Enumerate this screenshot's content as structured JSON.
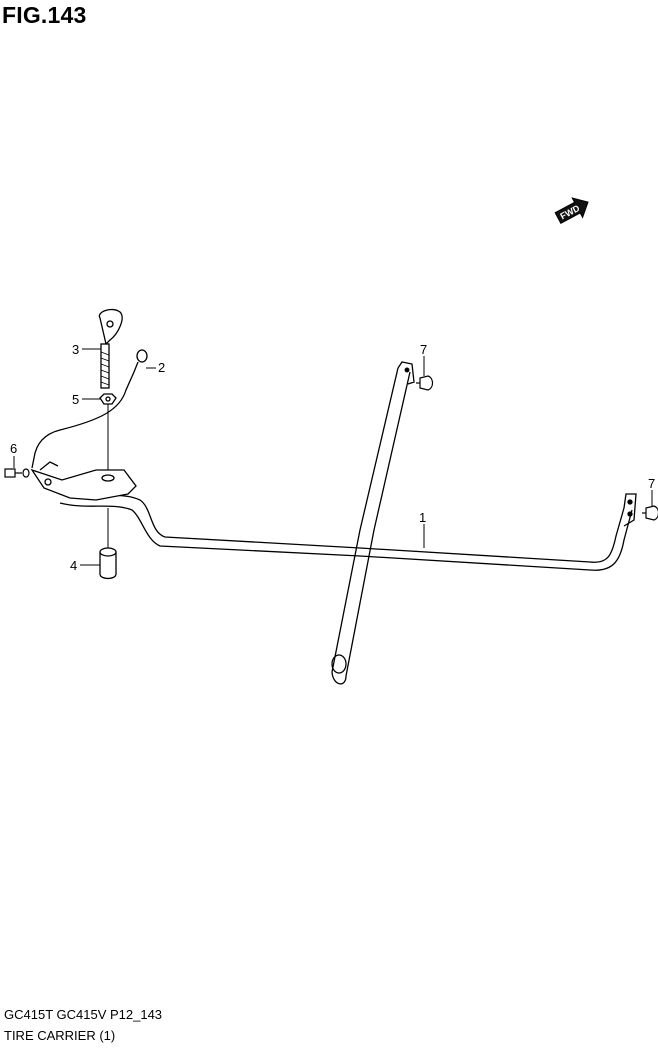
{
  "header": {
    "title": "FIG.143"
  },
  "fwd_label": "FWD",
  "callouts": [
    {
      "id": "c3",
      "label": "3",
      "part": "eye-bolt"
    },
    {
      "id": "c2",
      "label": "2",
      "part": "cable"
    },
    {
      "id": "c5",
      "label": "5",
      "part": "nut"
    },
    {
      "id": "c6",
      "label": "6",
      "part": "screw"
    },
    {
      "id": "c4",
      "label": "4",
      "part": "spacer-collar"
    },
    {
      "id": "c7a",
      "label": "7",
      "part": "clip-top"
    },
    {
      "id": "c7b",
      "label": "7",
      "part": "clip-right"
    },
    {
      "id": "c1",
      "label": "1",
      "part": "tire-carrier-frame"
    }
  ],
  "footer": {
    "model": "GC415T GC415V P12_143",
    "name": "TIRE CARRIER (1)"
  }
}
